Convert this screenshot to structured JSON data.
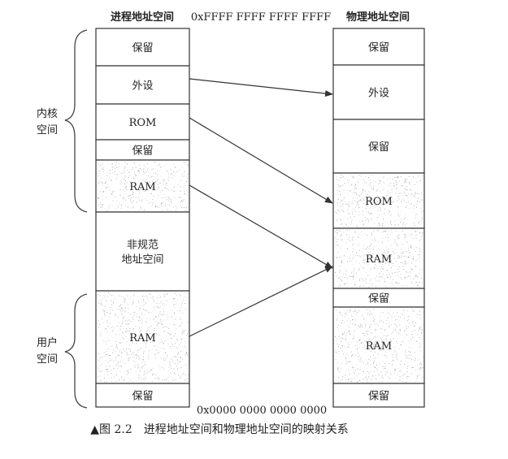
{
  "left_title": "进程地址空间",
  "right_title": "物理地址空间",
  "addr_top": "0xFFFF FFFF FFFF FFFF",
  "addr_bottom": "0x0000 0000 0000 0000",
  "kernel_label": [
    "内核",
    "空间"
  ],
  "user_label": [
    "用户",
    "空间"
  ],
  "left_cells": [
    {
      "id": "reserved-top",
      "lines": [
        "保留"
      ],
      "speckle": false
    },
    {
      "id": "peripheral",
      "lines": [
        "外设"
      ],
      "speckle": false
    },
    {
      "id": "rom",
      "lines": [
        "ROM"
      ],
      "speckle": false
    },
    {
      "id": "reserved-mid",
      "lines": [
        "保留"
      ],
      "speckle": false
    },
    {
      "id": "ram-kernel",
      "lines": [
        "RAM"
      ],
      "speckle": true
    },
    {
      "id": "noncanonical",
      "lines": [
        "非规范",
        "地址空间"
      ],
      "speckle": false
    },
    {
      "id": "ram-user",
      "lines": [
        "RAM"
      ],
      "speckle": true
    },
    {
      "id": "reserved-bottom",
      "lines": [
        "保留"
      ],
      "speckle": false
    }
  ],
  "right_cells": [
    {
      "id": "reserved-top",
      "lines": [
        "保留"
      ],
      "speckle": false
    },
    {
      "id": "peripheral",
      "lines": [
        "外设"
      ],
      "speckle": false
    },
    {
      "id": "reserved-2",
      "lines": [
        "保留"
      ],
      "speckle": false
    },
    {
      "id": "rom",
      "lines": [
        "ROM"
      ],
      "speckle": true
    },
    {
      "id": "ram-1",
      "lines": [
        "RAM"
      ],
      "speckle": true
    },
    {
      "id": "reserved-3",
      "lines": [
        "保留"
      ],
      "speckle": false
    },
    {
      "id": "ram-2",
      "lines": [
        "RAM"
      ],
      "speckle": true
    },
    {
      "id": "reserved-bottom",
      "lines": [
        "保留"
      ],
      "speckle": false
    }
  ],
  "mappings": [
    {
      "from": "peripheral",
      "to": "peripheral"
    },
    {
      "from": "rom",
      "to": "rom"
    },
    {
      "from": "ram-kernel",
      "to": "ram-1"
    },
    {
      "from": "ram-user",
      "to": "ram-1"
    }
  ],
  "caption": "▲图 2.2　进程地址空间和物理地址空间的映射关系"
}
